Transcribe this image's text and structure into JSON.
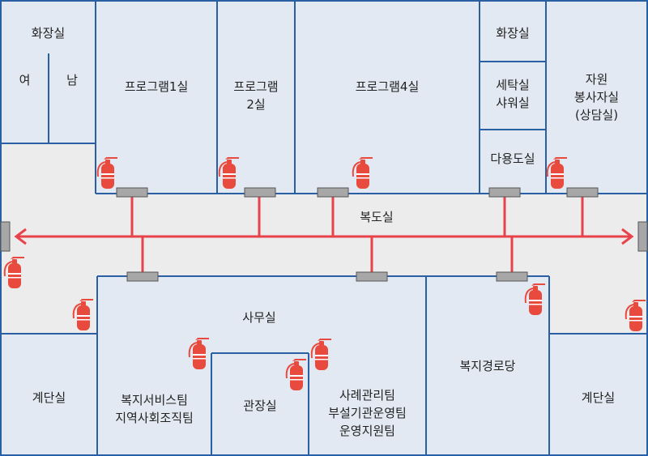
{
  "colors": {
    "room_fill": "#e3e9f2",
    "corridor_fill": "#ececec",
    "wall": "#2b5fa3",
    "arrow": "#e8424a",
    "door_fill": "#a7a7a7",
    "door_stroke": "#555555",
    "extinguisher": "#e84a3d"
  },
  "icons": {
    "extinguisher": "fire-extinguisher-icon",
    "exit": "exit-door-icon"
  },
  "rooms": {
    "restroom_top_left": "화장실",
    "restroom_female": "여",
    "restroom_male": "남",
    "program_room_1": "프로그램1실",
    "program_room_2": "프로그램\n2실",
    "program_room_4": "프로그램4실",
    "restroom_top_right": "화장실",
    "laundry_shower": "세탁실\n샤워실",
    "volunteer_room": "자원\n봉사자실\n(상담실)",
    "multipurpose_room": "다용도실",
    "corridor": "복도실",
    "office": "사무실",
    "welfare_team": "복지서비스팀\n지역사회조직팀",
    "director_room": "관장실",
    "case_team": "사례관리팀\n부설기관운영팀\n운영지원팀",
    "senior_center": "복지경로당",
    "stairs_left": "계단실",
    "stairs_right": "계단실"
  }
}
